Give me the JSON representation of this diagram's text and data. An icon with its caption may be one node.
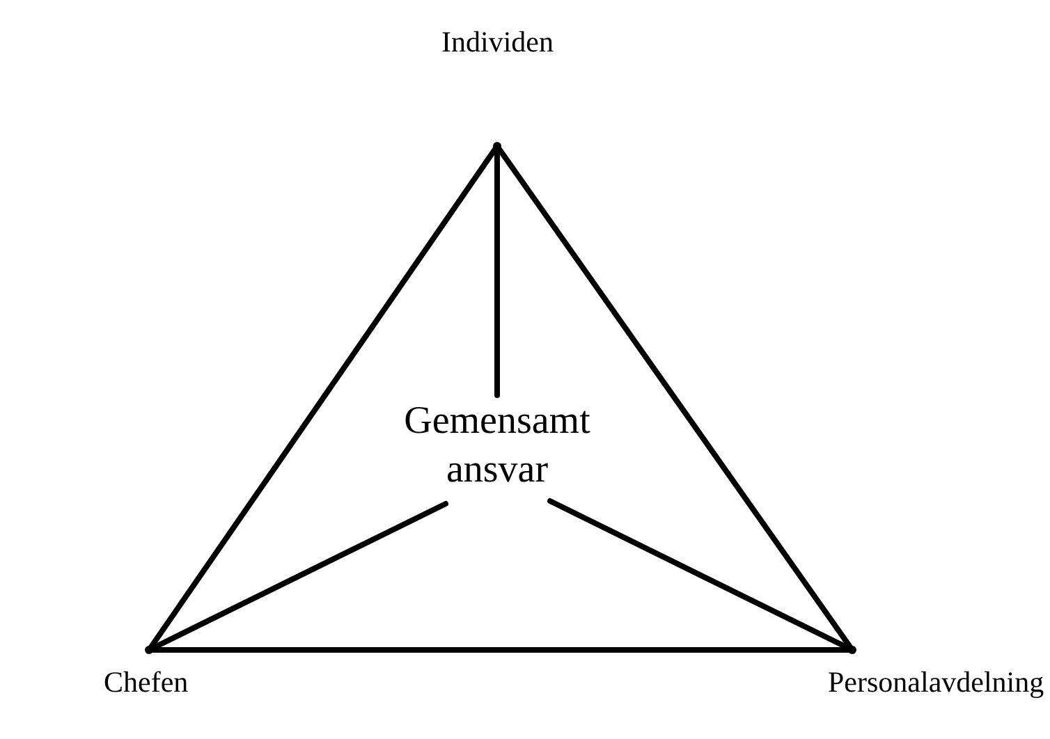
{
  "diagram": {
    "nodes": [
      {
        "text": [],
        "shape": "point",
        "beside": [
          "Individen"
        ]
      },
      {
        "text": [
          "Gemensamt ansvar"
        ]
      },
      {
        "text": [],
        "shape": "point",
        "beside": [
          "Chefen"
        ]
      },
      {
        "text": [],
        "shape": "point",
        "beside": [
          "Personalavdelning"
        ]
      }
    ],
    "edges": [
      {
        "from": 0,
        "to": 2,
        "arrow": "none"
      },
      {
        "from": 2,
        "to": 3,
        "arrow": "none"
      },
      {
        "from": 3,
        "to": 0,
        "arrow": "none"
      },
      {
        "from": 0,
        "to": 1,
        "arrow": "none"
      },
      {
        "from": 2,
        "to": 1,
        "arrow": "none"
      },
      {
        "from": 3,
        "to": 1,
        "arrow": "none"
      }
    ]
  }
}
